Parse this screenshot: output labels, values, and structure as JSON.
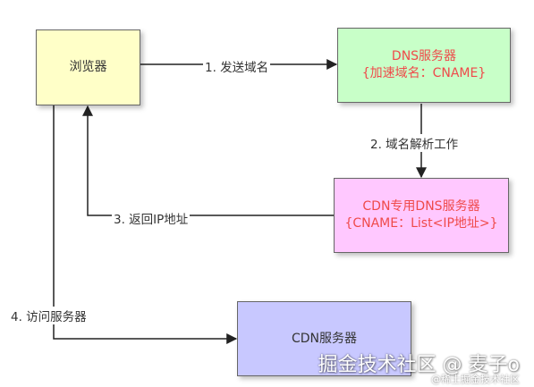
{
  "nodes": {
    "browser": {
      "label": "浏览器"
    },
    "dns": {
      "title": "DNS服务器",
      "subtitle": "{加速域名：CNAME}"
    },
    "cdn_dns": {
      "title": "CDN专用DNS服务器",
      "subtitle": "{CNAME：List<IP地址>}"
    },
    "cdn": {
      "label": "CDN服务器"
    }
  },
  "edges": {
    "step1": "1. 发送域名",
    "step2": "2. 域名解析工作",
    "step3": "3. 返回IP地址",
    "step4": "4. 访问服务器"
  },
  "watermark": {
    "main": "掘金技术社区 @ 麦子o",
    "sub": "@稀土掘金技术社区"
  },
  "colors": {
    "browser_fill": "#ffffc8",
    "dns_fill": "#c8ffc8",
    "cdn_dns_fill": "#ffc8ff",
    "cdn_fill": "#c8c8ff",
    "highlight_text": "#ef4a4a"
  }
}
